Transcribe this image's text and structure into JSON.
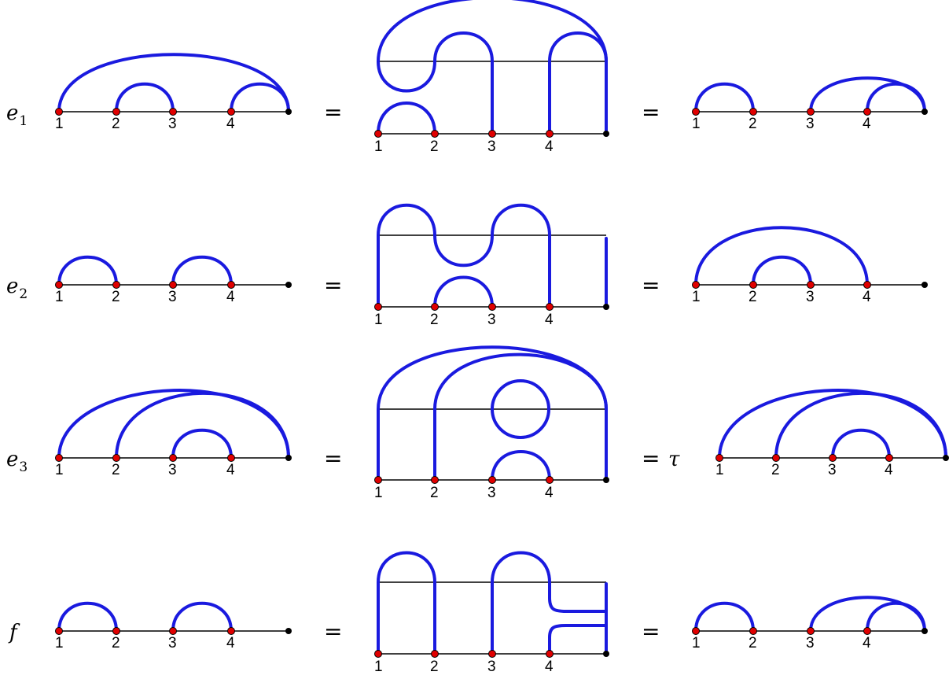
{
  "rows": [
    {
      "label": "e",
      "sub": "1",
      "eq_left": "=",
      "eq_right": "=",
      "right_prefix": ""
    },
    {
      "label": "e",
      "sub": "2",
      "eq_left": "=",
      "eq_right": "=",
      "right_prefix": ""
    },
    {
      "label": "e",
      "sub": "3",
      "eq_left": "=",
      "eq_right": "=",
      "right_prefix": "τ"
    },
    {
      "label": "f",
      "sub": "",
      "eq_left": "=",
      "eq_right": "=",
      "right_prefix": ""
    }
  ],
  "point_labels": [
    "1",
    "2",
    "3",
    "4"
  ],
  "colors": {
    "strand": "#1a1adf",
    "marked_point": "#e00000",
    "base_line": "#000000"
  }
}
